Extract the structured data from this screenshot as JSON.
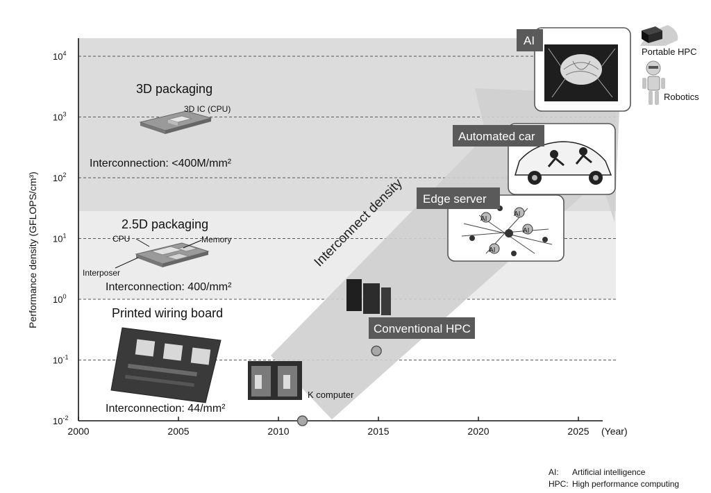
{
  "chart_data": {
    "type": "scatter",
    "xlabel": "",
    "ylabel": "Performance density (GFLOPS/cm³)",
    "x_unit": "(Year)",
    "xlim": [
      2000,
      2027
    ],
    "ylim_log10": [
      -2,
      4
    ],
    "x_ticks": [
      "2000",
      "2005",
      "2010",
      "2015",
      "2020",
      "2025"
    ],
    "y_ticks": [
      {
        "base": "10",
        "exp": "-2",
        "log": -2
      },
      {
        "base": "10",
        "exp": "-1",
        "log": -1
      },
      {
        "base": "10",
        "exp": "0",
        "log": 0
      },
      {
        "base": "10",
        "exp": "1",
        "log": 1
      },
      {
        "base": "10",
        "exp": "2",
        "log": 2
      },
      {
        "base": "10",
        "exp": "3",
        "log": 3
      },
      {
        "base": "10",
        "exp": "4",
        "log": 4
      }
    ],
    "points": [
      {
        "label": "K computer",
        "year": 2011.2,
        "log10_value": -2.0
      },
      {
        "label": "Conventional HPC",
        "year": 2014.9,
        "log10_value": -0.85
      }
    ],
    "bands": [
      {
        "from_log10": 1.45,
        "to_log10": 4.3,
        "color": "#dcdcdc"
      },
      {
        "from_log10": 0.0,
        "to_log10": 1.45,
        "color": "#ececec"
      }
    ],
    "grid_dashed": true
  },
  "bands": {
    "pkg3d": {
      "title": "3D packaging",
      "chip_label": "3D IC (CPU)",
      "interconnection": "Interconnection: <400M/mm²"
    },
    "pkg25d": {
      "title": "2.5D packaging",
      "cpu_label": "CPU",
      "memory_label": "Memory",
      "interposer_label": "Interposer",
      "interconnection": "Interconnection: 400/mm²"
    },
    "pwb": {
      "title": "Printed wiring board",
      "interconnection": "Interconnection: 44/mm²"
    }
  },
  "arrow_label": "Interconnect density",
  "callouts": {
    "ai": "AI",
    "automated_car": "Automated car",
    "edge_server": "Edge server",
    "conventional_hpc": "Conventional HPC",
    "k_computer": "K computer",
    "portable_hpc": "Portable HPC",
    "robotics": "Robotics",
    "ai_node": "AI"
  },
  "footnotes": [
    {
      "key": "AI:",
      "text": "Artificial intelligence"
    },
    {
      "key": "HPC:",
      "text": "High performance computing"
    }
  ],
  "colors": {
    "label_box": "#5a5a5a",
    "arrow": "#cfcfcf",
    "marker": "#a8a8a8"
  }
}
